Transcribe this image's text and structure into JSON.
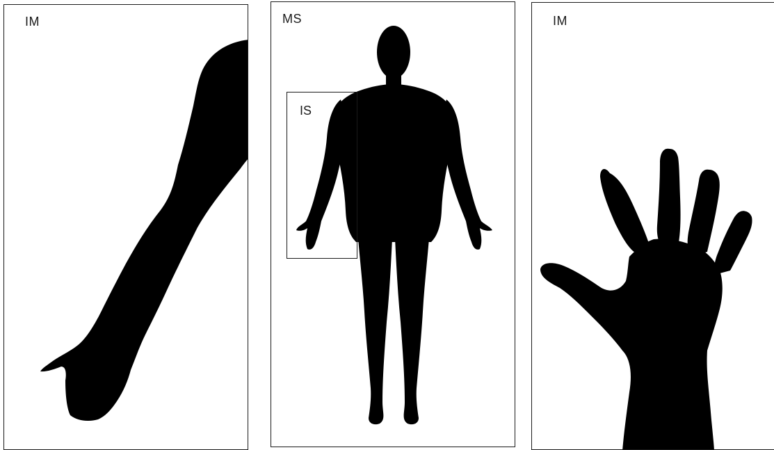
{
  "panels": {
    "left": {
      "label": "IM",
      "figure": "arm-silhouette"
    },
    "center": {
      "label": "MS",
      "figure": "full-body-silhouette",
      "inset_label": "IS"
    },
    "right": {
      "label": "IM",
      "figure": "hand-silhouette"
    }
  },
  "colors": {
    "silhouette": "#000000",
    "border": "#1a1a1a",
    "background": "#ffffff"
  }
}
